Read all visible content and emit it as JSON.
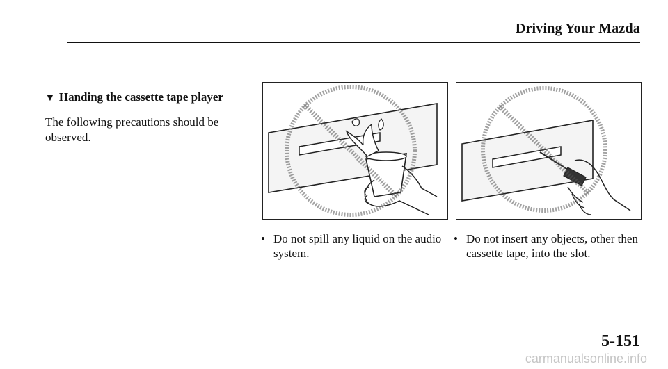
{
  "header": {
    "title": "Driving Your Mazda"
  },
  "section": {
    "heading_icon": "triangle-down-icon",
    "heading": "Handing the cassette tape player",
    "intro": "The following precautions should be observed."
  },
  "precautions": [
    {
      "icon": "no-liquid-spill-icon",
      "text": "Do not spill any liquid on the audio system."
    },
    {
      "icon": "no-foreign-object-icon",
      "text": "Do not insert any objects, other then cassette tape, into the slot."
    }
  ],
  "bullet_symbol": "•",
  "heading_marker": "▼",
  "footer": {
    "page_number": "5-151"
  },
  "watermark": "carmanualsonline.info"
}
